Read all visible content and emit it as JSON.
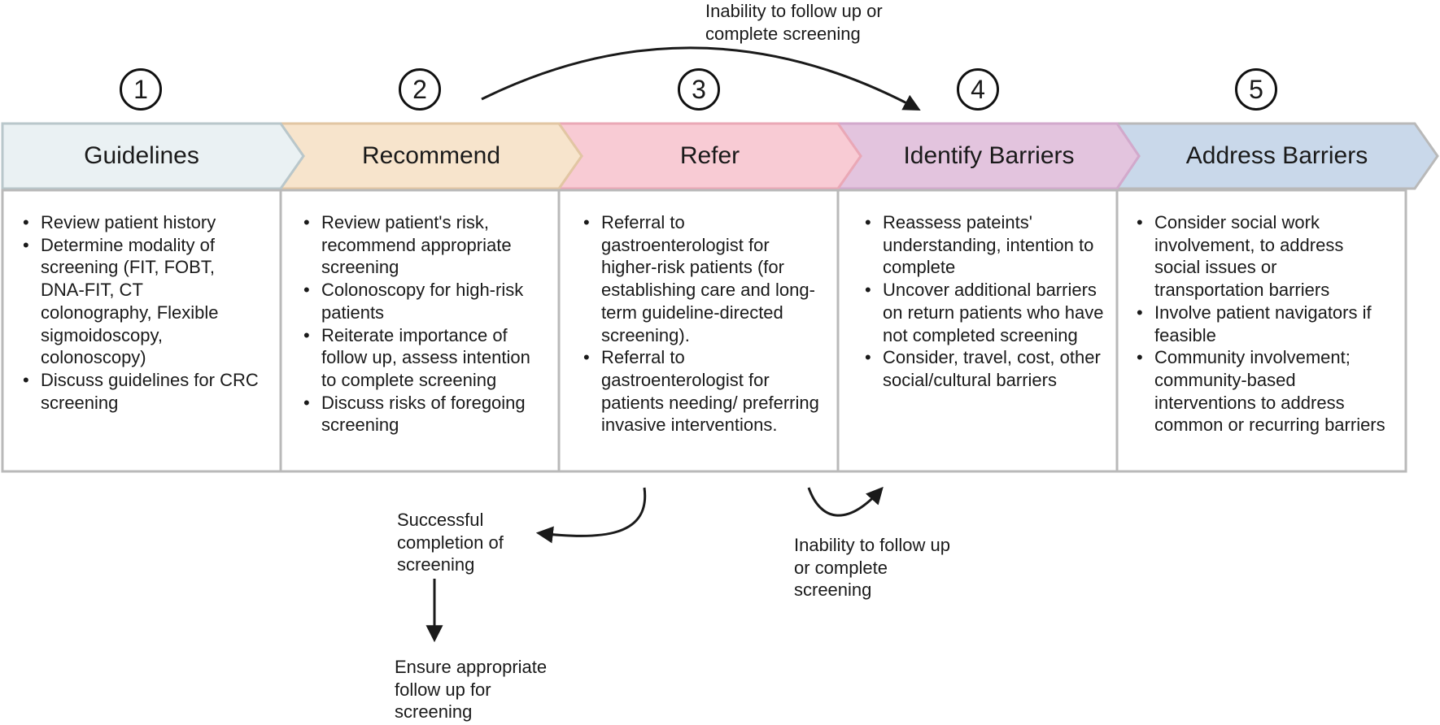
{
  "steps": [
    {
      "number": "1",
      "title": "Guidelines",
      "items": [
        "Review patient history",
        "Determine modality of screening (FIT, FOBT, DNA-FIT, CT colonography, Flexible sigmoidoscopy, colonoscopy)",
        "Discuss guidelines for CRC screening"
      ]
    },
    {
      "number": "2",
      "title": "Recommend",
      "items": [
        "Review patient's risk, recommend appropriate screening",
        "Colonoscopy for high-risk patients",
        "Reiterate importance of follow up, assess intention to complete screening",
        "Discuss risks of foregoing screening"
      ]
    },
    {
      "number": "3",
      "title": "Refer",
      "items": [
        "Referral to gastroenterologist for higher-risk patients (for establishing care and long-term guideline-directed screening).",
        "Referral to gastroenterologist for patients needing/ preferring invasive interventions."
      ]
    },
    {
      "number": "4",
      "title": "Identify Barriers",
      "items": [
        "Reassess pateints' understanding, intention to complete",
        "Uncover additional barriers on return patients who have not completed screening",
        "Consider, travel, cost, other social/cultural barriers"
      ]
    },
    {
      "number": "5",
      "title": "Address Barriers",
      "items": [
        "Consider social work involvement, to address social issues or transportation barriers",
        "Involve patient navigators if feasible",
        "Community involvement; community-based interventions to address common or recurring barriers"
      ]
    }
  ],
  "notes": {
    "top_loop": "Inability to follow up or complete screening",
    "success": "Successful completion of screening",
    "ensure": "Ensure appropriate follow up for screening",
    "bottom_loop": "Inability to follow up or complete screening"
  },
  "colors": {
    "step1": "#eaf1f3",
    "step2": "#f7e4cc",
    "step3": "#f8cbd4",
    "step4": "#e3c4de",
    "step5": "#c9d8ea",
    "border": "#b9b9b9",
    "arrow": "#1a1a1a"
  }
}
